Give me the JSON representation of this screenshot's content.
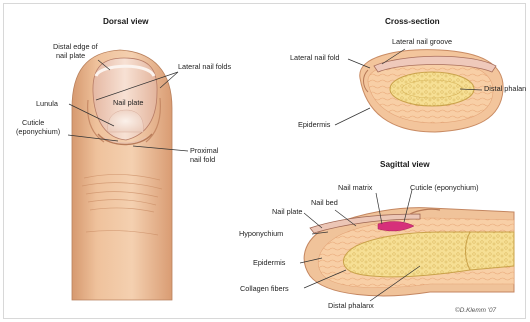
{
  "dorsal": {
    "heading": "Dorsal view",
    "labels": {
      "distal_edge_1": "Distal edge of",
      "distal_edge_2": "nail plate",
      "lateral_folds": "Lateral nail folds",
      "lunula": "Lunula",
      "nail_plate": "Nail plate",
      "cuticle_1": "Cuticle",
      "cuticle_2": "(eponychium)",
      "proximal_1": "Proximal",
      "proximal_2": "nail fold"
    }
  },
  "cross_section": {
    "heading": "Cross-section",
    "labels": {
      "lateral_groove": "Lateral nail groove",
      "lateral_fold": "Lateral nail fold",
      "distal_phalanx": "Distal phalan",
      "epidermis": "Epidermis"
    }
  },
  "sagittal": {
    "heading": "Sagittal view",
    "labels": {
      "nail_matrix": "Nail matrix",
      "cuticle": "Cuticle (eponychium)",
      "nail_bed": "Nail bed",
      "nail_plate": "Nail plate",
      "hyponychium": "Hyponychium",
      "epidermis": "Epidermis",
      "collagen": "Collagen fibers",
      "distal_phalanx": "Distal phalanx"
    }
  },
  "credit": "©D.Klemm '07",
  "colors": {
    "skin": "#efc7a4",
    "skin_dark": "#d9a27f",
    "nail": "#f2d9c8",
    "nail_pink": "#e9b5a3",
    "bone": "#f4dd92",
    "bone_dark": "#d9b85a",
    "dermis": "#f6c79c",
    "matrix": "#d6307a",
    "leader": "#333333"
  }
}
